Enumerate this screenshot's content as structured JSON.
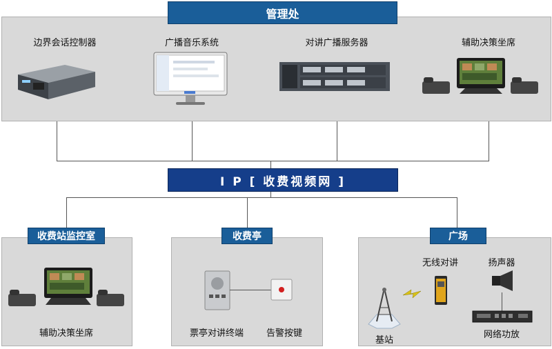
{
  "top": {
    "title": "管理处",
    "devices": [
      "边界会话控制器",
      "广播音乐系统",
      "对讲广播服务器",
      "辅助决策坐席"
    ]
  },
  "network": {
    "label": "I P [ 收费视频网 ]"
  },
  "monitor_room": {
    "title": "收费站监控室",
    "device": "辅助决策坐席"
  },
  "toll_booth": {
    "title": "收费亭",
    "devices": [
      "票亭对讲终端",
      "告警按键"
    ]
  },
  "plaza": {
    "title": "广场",
    "devices": [
      "无线对讲",
      "扬声器",
      "基站",
      "网络功放"
    ]
  }
}
